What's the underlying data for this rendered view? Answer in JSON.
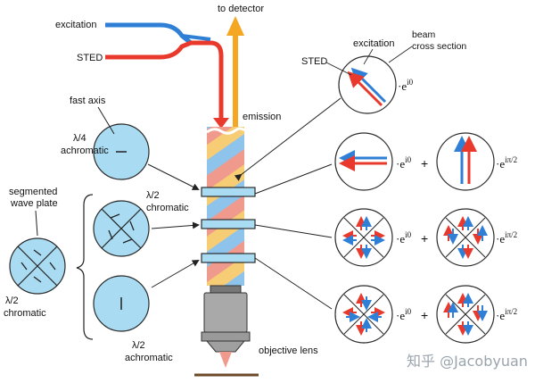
{
  "labels": {
    "excitation_in": "excitation",
    "sted_in": "STED",
    "to_detector": "to detector",
    "emission": "emission",
    "fast_axis": "fast axis",
    "quarter_wave": "λ/4",
    "quarter_wave_2": "achromatic",
    "segmented_1": "segmented",
    "segmented_2": "wave plate",
    "half_wave_a_1": "λ/2",
    "half_wave_a_2": "chromatic",
    "half_wave_b_1": "λ/2",
    "half_wave_b_2": "chromatic",
    "half_wave_c_1": "λ/2",
    "half_wave_c_2": "achromatic",
    "objective": "objective lens",
    "beam_sted": "STED",
    "beam_excitation": "excitation",
    "beam_cs_1": "beam",
    "beam_cs_2": "cross section"
  },
  "phases": {
    "p0": "e",
    "p0_exp": "i0",
    "p1": "e",
    "p1_exp": "iπ/2",
    "dot": "·",
    "plus": "+"
  },
  "watermark": "知乎 @Jacobyuan",
  "colors": {
    "sted_red": "#e8392c",
    "excitation_blue": "#2f7fd6",
    "emission_orange": "#f5a623",
    "plate_blue": "#a9dcf2",
    "plate_border": "#2b2b2b",
    "stripe_pink": "#f09a8e",
    "stripe_yellow": "#f6cc74",
    "stripe_blue": "#8ec3ec",
    "objective_gray": "#a9a9a9"
  }
}
